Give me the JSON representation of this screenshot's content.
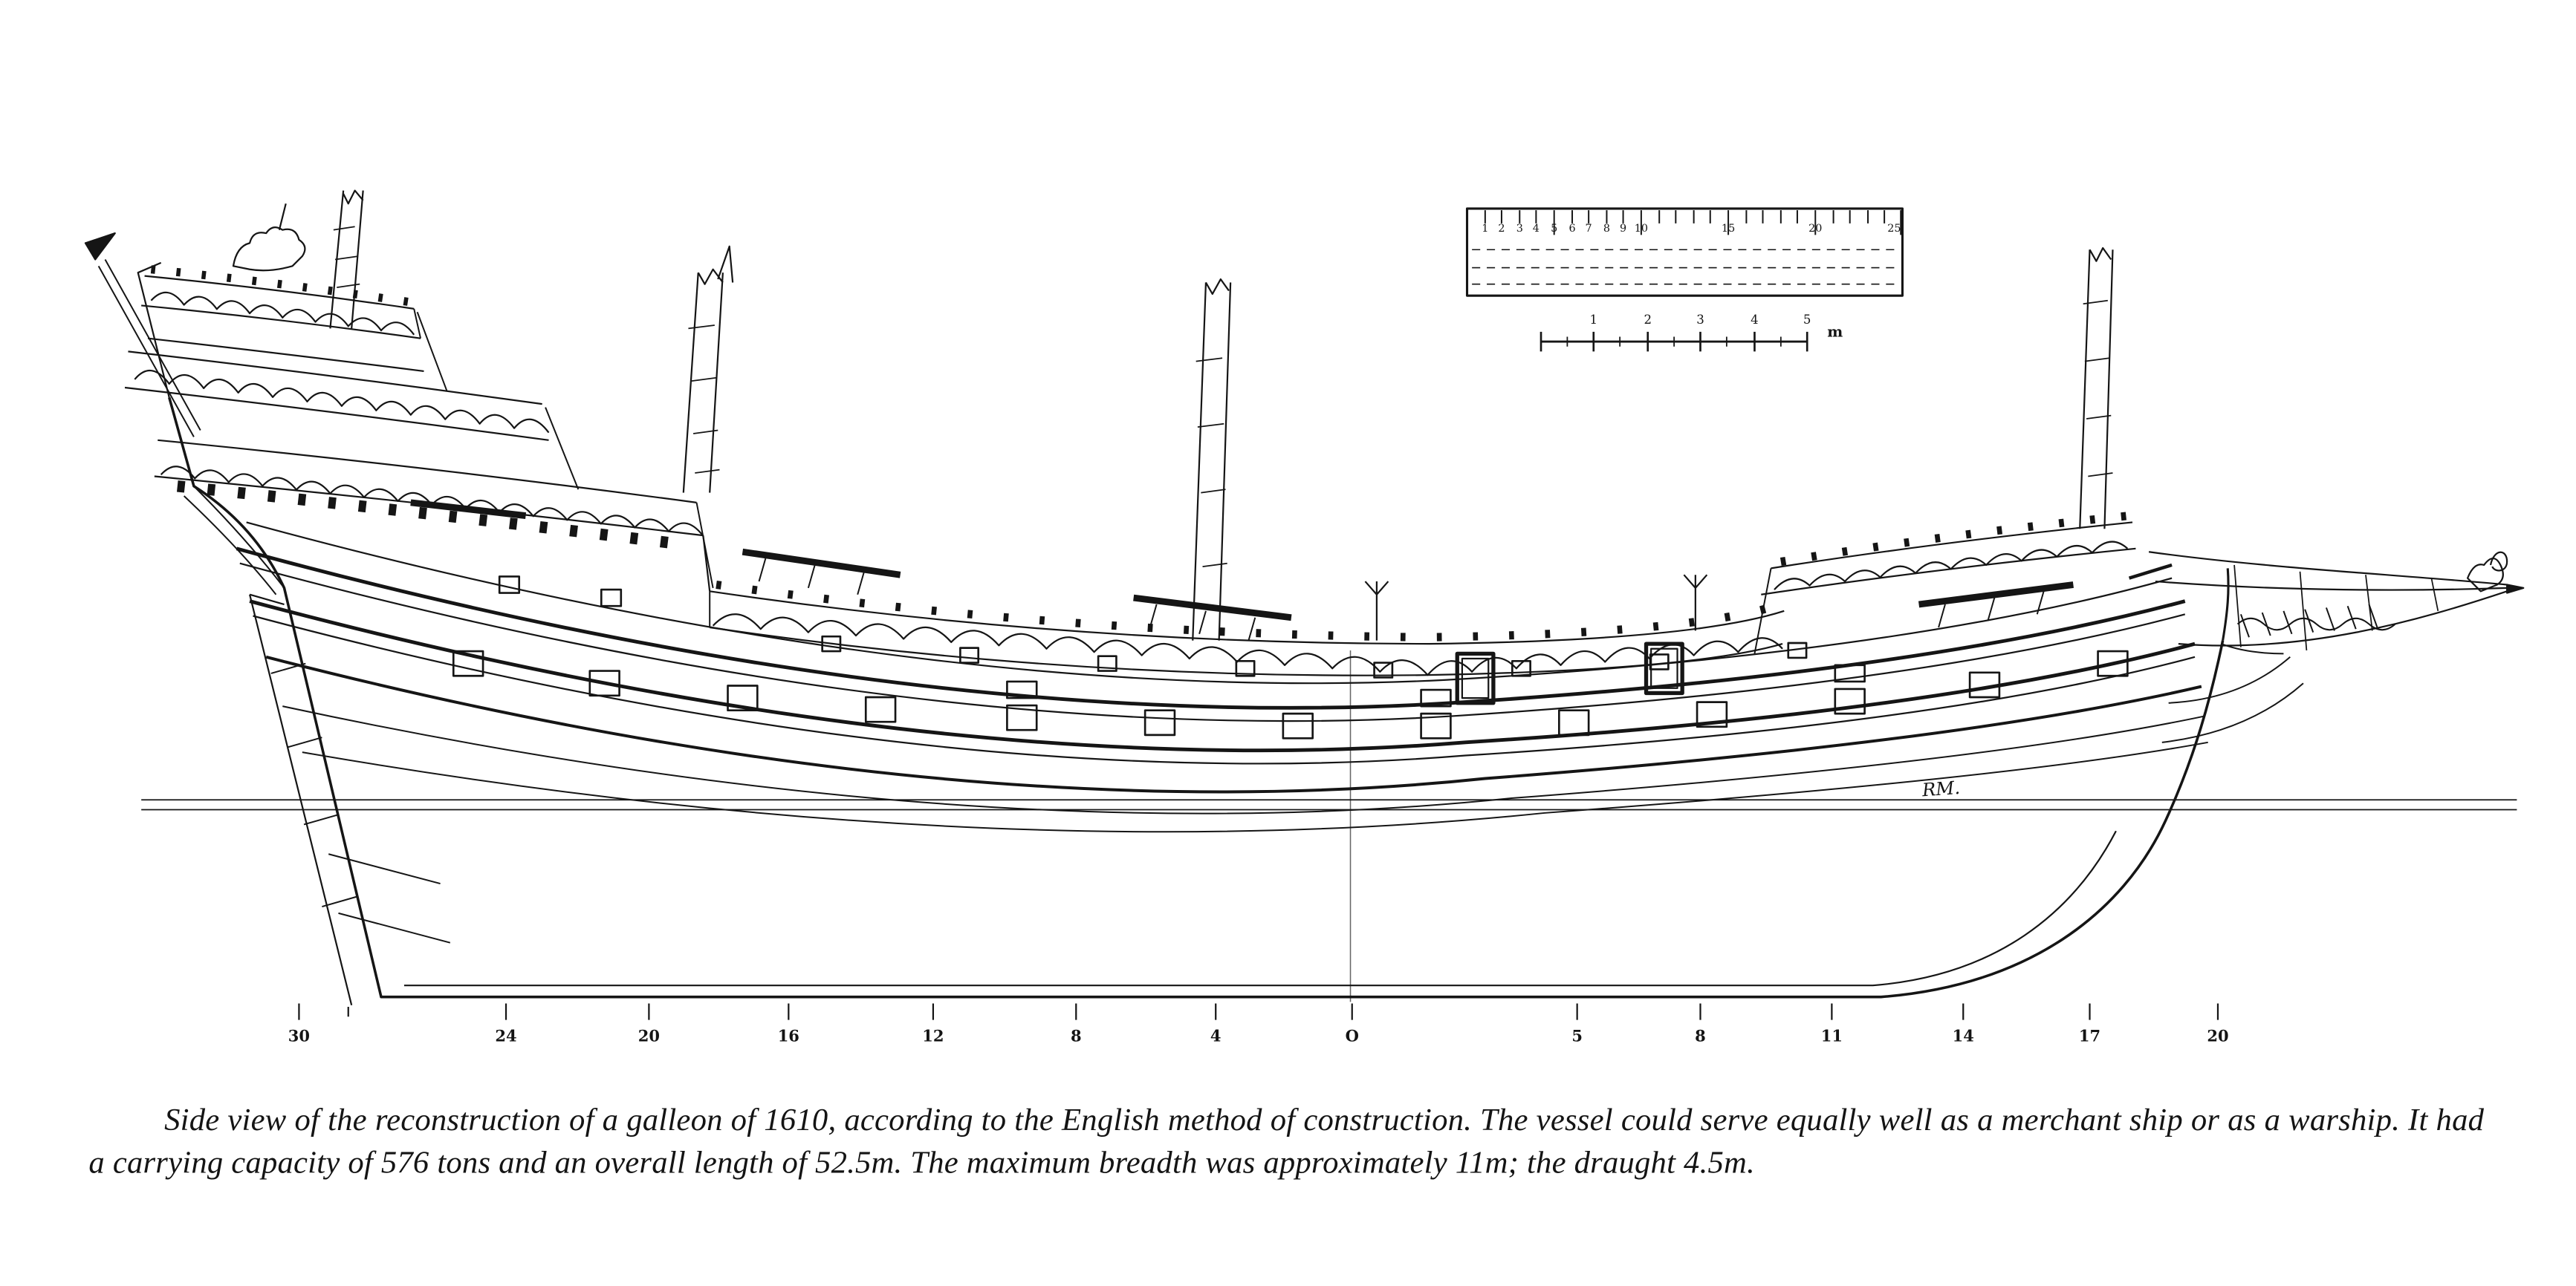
{
  "page": {
    "background": "#ffffff",
    "ink_color": "#141414"
  },
  "scale_box": {
    "feet_tick_labels": [
      "1",
      "2",
      "3",
      "4",
      "5",
      "6",
      "7",
      "8",
      "9",
      "10",
      "15",
      "20",
      "25"
    ],
    "meter_tick_labels": [
      "1",
      "2",
      "3",
      "4",
      "5"
    ],
    "meter_unit_label": "m"
  },
  "station_scale": {
    "tick_labels": [
      "30",
      "24",
      "20",
      "16",
      "12",
      "8",
      "4",
      "O",
      "5",
      "8",
      "11",
      "14",
      "17",
      "20"
    ]
  },
  "drawing": {
    "signature": "RM."
  },
  "caption": {
    "text": "Side view of the reconstruction of a galleon of 1610, according to the English method of construction. The vessel could serve equally well as a merchant ship or as a warship. It had a carrying capacity of 576 tons and an overall length of 52.5m. The maximum breadth was approximately 11m; the draught 4.5m."
  }
}
